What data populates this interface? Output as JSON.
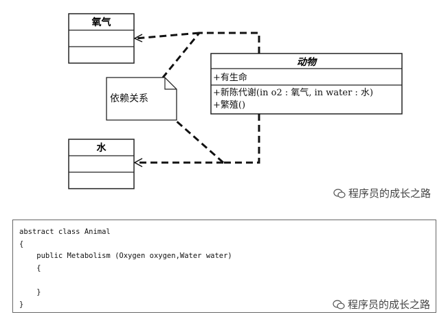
{
  "diagram": {
    "class_oxygen": {
      "name": "氧气"
    },
    "class_water": {
      "name": "水"
    },
    "class_animal": {
      "name": "动物",
      "attributes": [
        "+有生命"
      ],
      "methods": [
        "+新陈代谢(in o2 : 氧气, in water : 水)",
        "+繁殖()"
      ]
    },
    "note": "依赖关系"
  },
  "watermark": "程序员的成长之路",
  "code": {
    "lines": [
      "abstract class Animal",
      "{",
      "    public Metabolism (Oxygen oxygen,Water water)",
      "    {",
      "",
      "    }",
      "}"
    ]
  }
}
